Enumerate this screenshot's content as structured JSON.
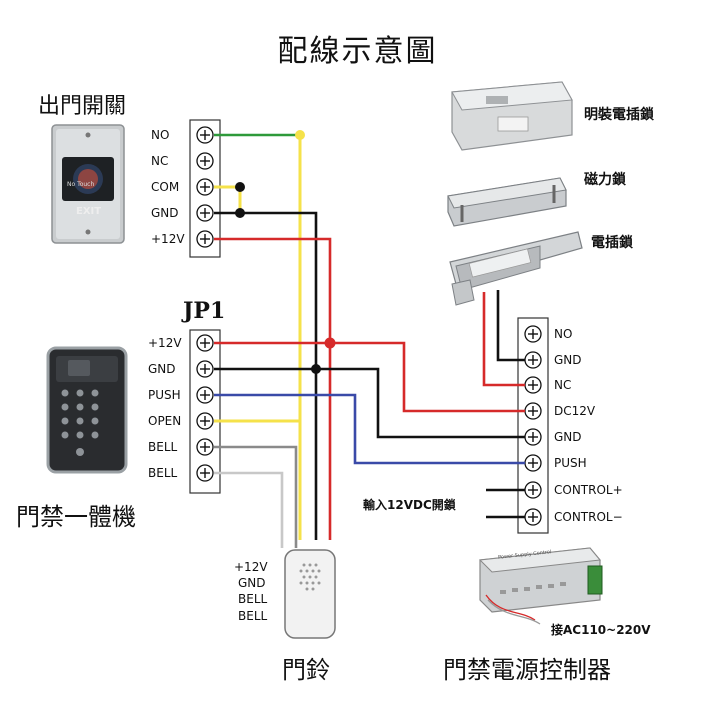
{
  "title": "配線示意圖",
  "exit_switch": {
    "label": "出門開關",
    "button_text": "No Touch",
    "exit_text": "EXIT",
    "terminals": [
      "NO",
      "NC",
      "COM",
      "GND",
      "+12V"
    ]
  },
  "keypad": {
    "jp_label": "JP1",
    "label": "門禁一體機",
    "terminals": [
      "+12V",
      "GND",
      "PUSH",
      "OPEN",
      "BELL",
      "BELL"
    ]
  },
  "doorbell": {
    "label": "門鈴",
    "pins": [
      "+12V",
      "GND",
      "BELL",
      "BELL"
    ]
  },
  "controller": {
    "label": "門禁電源控制器",
    "terminals": [
      "NO",
      "GND",
      "NC",
      "DC12V",
      "GND",
      "PUSH",
      "CONTROL+",
      "CONTROL−"
    ],
    "input_note": "輸入12VDC開鎖",
    "ac_note": "接AC110~220V",
    "device_text": "Power Supply Control"
  },
  "locks": [
    {
      "name": "明裝電插鎖"
    },
    {
      "name": "磁力鎖"
    },
    {
      "name": "電插鎖"
    }
  ],
  "colors": {
    "green": "#2e9a3a",
    "yellow": "#f5e24a",
    "black": "#111111",
    "red": "#d62a2a",
    "blue": "#3a4aa8",
    "gray": "#8a8a8a",
    "lightgray": "#c8c8c8"
  }
}
